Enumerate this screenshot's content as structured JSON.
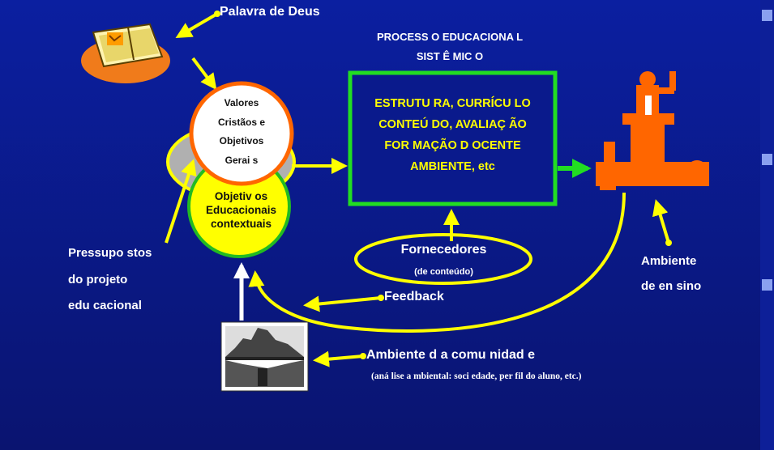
{
  "title_top": "Palavra de Deus",
  "process": {
    "heading_line1": "PROCESS O EDUCACIONA L",
    "heading_line2": "SIST Ê MIC O",
    "box_lines": [
      "ESTRUTU RA, CURRÍCU LO",
      "CONTEÚ DO, AVALIAÇ ÃO",
      "FOR MAÇÃO D OCENTE",
      "AMBIENTE, etc"
    ]
  },
  "circle_values": [
    "Valores",
    "Cristãos e",
    "Objetivos",
    "Gerai s"
  ],
  "circle_objectives": [
    "Objetiv os",
    "Educacionais",
    "contextuais"
  ],
  "pressupostos": [
    "Pressupo stos",
    "do projeto",
    "edu cacional"
  ],
  "fornecedores": {
    "label": "Fornecedores",
    "sub": "(de conteúdo)"
  },
  "ambiente_ensino": [
    "Ambiente",
    "de en sino"
  ],
  "feedback": "Feedback",
  "ambiente_comunidade": {
    "label": "Ambiente d a comu nidad e",
    "sub": "(aná lise a mbiental: soci edade, per fil do aluno, etc.)"
  },
  "colors": {
    "background": "#0a1a8c",
    "arrow": "#ffff00",
    "box_border": "#22dd22",
    "box_text": "#ffff00",
    "orange": "#ff6600",
    "grey": "#b0b0b0"
  },
  "icons": [
    "bible-icon",
    "teacher-at-lectern-icon",
    "community-landscape-icon"
  ]
}
